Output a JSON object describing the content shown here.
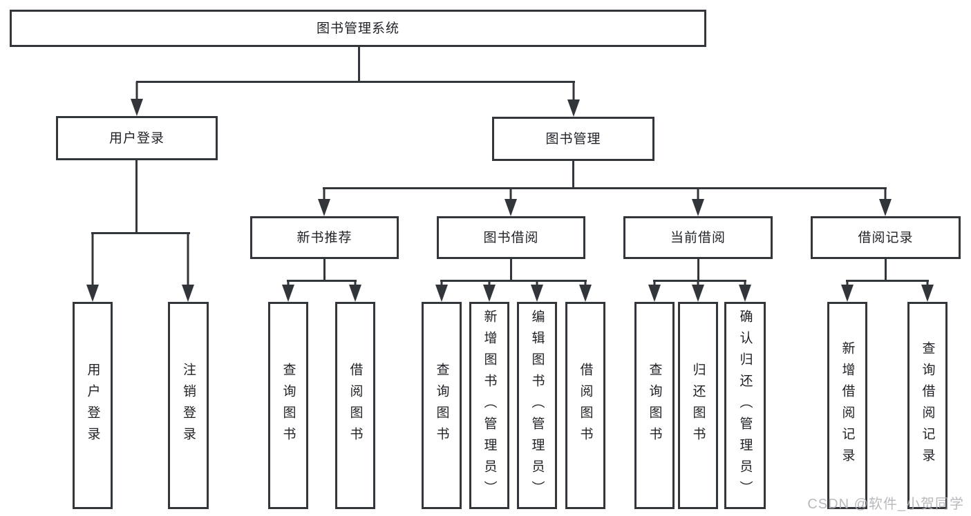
{
  "diagram": {
    "root": {
      "label": "图书管理系统"
    },
    "level2": {
      "user_login": {
        "label": "用户登录"
      },
      "book_management": {
        "label": "图书管理"
      }
    },
    "level3": {
      "new_book_recommend": {
        "label": "新书推荐"
      },
      "book_borrow": {
        "label": "图书借阅"
      },
      "current_borrow": {
        "label": "当前借阅"
      },
      "borrow_records": {
        "label": "借阅记录"
      }
    },
    "leaves": {
      "user_login_leaf": {
        "label": "用户登录"
      },
      "logout": {
        "label": "注销登录"
      },
      "recommend_query_books": {
        "label": "查询图书"
      },
      "recommend_borrow_books": {
        "label": "借阅图书"
      },
      "borrow_query_books": {
        "label": "查询图书"
      },
      "add_books_admin": {
        "label": "新增图书（管理员）"
      },
      "edit_books_admin": {
        "label": "编辑图书（管理员）"
      },
      "borrow_books": {
        "label": "借阅图书"
      },
      "current_query_books": {
        "label": "查询图书"
      },
      "return_books": {
        "label": "归还图书"
      },
      "confirm_return_admin": {
        "label": "确认归还（管理员）"
      },
      "add_borrow_record": {
        "label": "新增借阅记录"
      },
      "query_borrow_record": {
        "label": "查询借阅记录"
      }
    },
    "watermark": "CSDN @软件_小贺同学",
    "colors": {
      "line": "#32353a",
      "text": "#1f2126",
      "watermark": "#b1b3b6",
      "background": "#ffffff"
    }
  }
}
